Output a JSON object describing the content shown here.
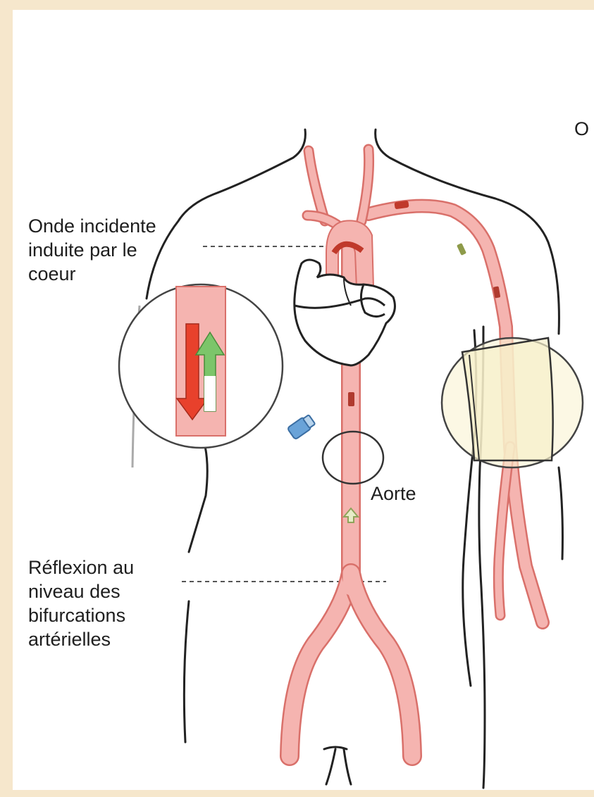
{
  "labels": {
    "incident": [
      "Onde incidente",
      "induite par le",
      "coeur"
    ],
    "reflexion": [
      "Réflexion au",
      "niveau des",
      "bifurcations",
      "artérielles"
    ],
    "aorte": "Aorte",
    "corner": "O"
  },
  "colors": {
    "page_background": "#f6e7cc",
    "artery_fill": "#f5b4b0",
    "artery_outline": "#d9706a",
    "wave_incident": "#e8412c",
    "wave_reflected": "#7cc56a",
    "cuff_fill": "#faf3d2",
    "body_outline": "#222222"
  },
  "icons": [
    "down-arrow-icon",
    "up-arrow-icon",
    "magnifier-icon",
    "heart-icon"
  ]
}
